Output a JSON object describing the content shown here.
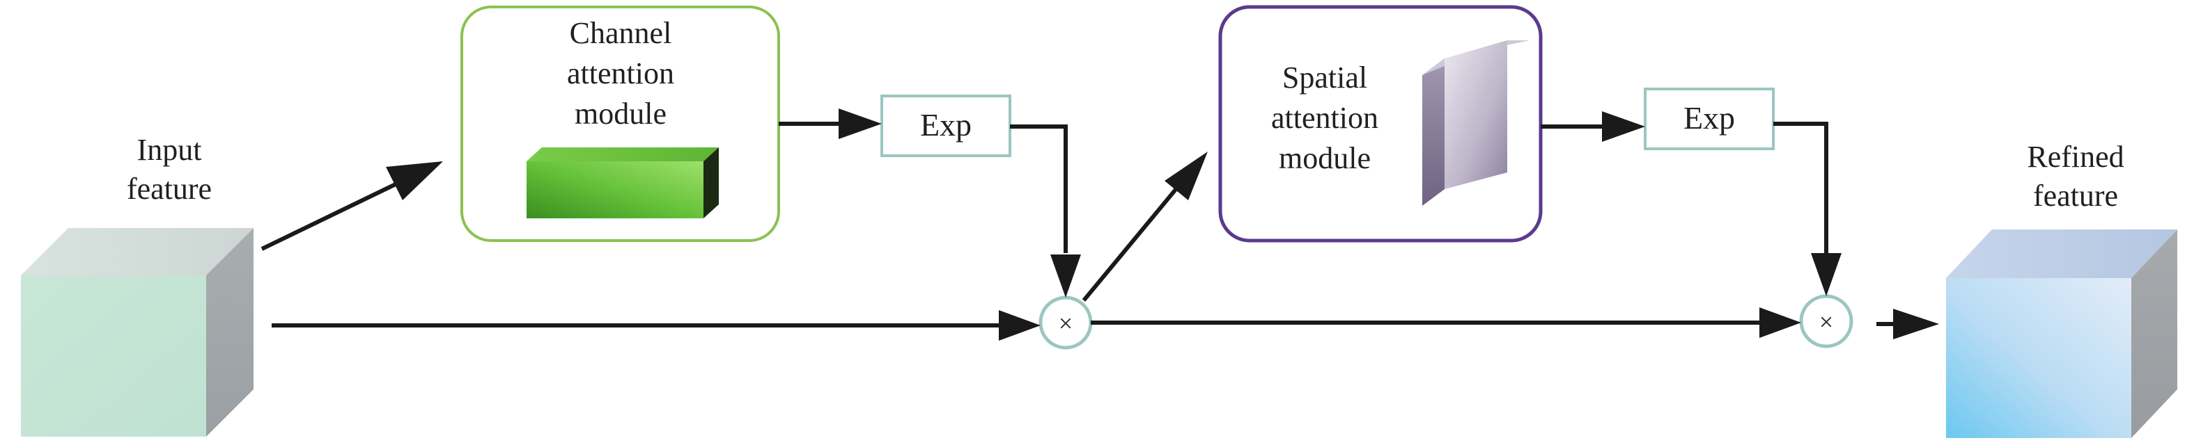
{
  "input_feature": {
    "line1": "Input",
    "line2": "feature"
  },
  "channel_module": {
    "line1": "Channel",
    "line2": "attention",
    "line3": "module"
  },
  "spatial_module": {
    "line1": "Spatial",
    "line2": "attention",
    "line3": "module"
  },
  "exp_1": {
    "label": "Exp"
  },
  "exp_2": {
    "label": "Exp"
  },
  "multiply_1": {
    "symbol": "×"
  },
  "multiply_2": {
    "symbol": "×"
  },
  "refined_feature": {
    "line1": "Refined",
    "line2": "feature"
  },
  "colors": {
    "channel_border": "#8cc152",
    "spatial_border": "#5b3a8c",
    "exp_border": "#9cc6c0",
    "multiply_border": "#9cc6c0",
    "arrow": "#1a1a1a"
  }
}
